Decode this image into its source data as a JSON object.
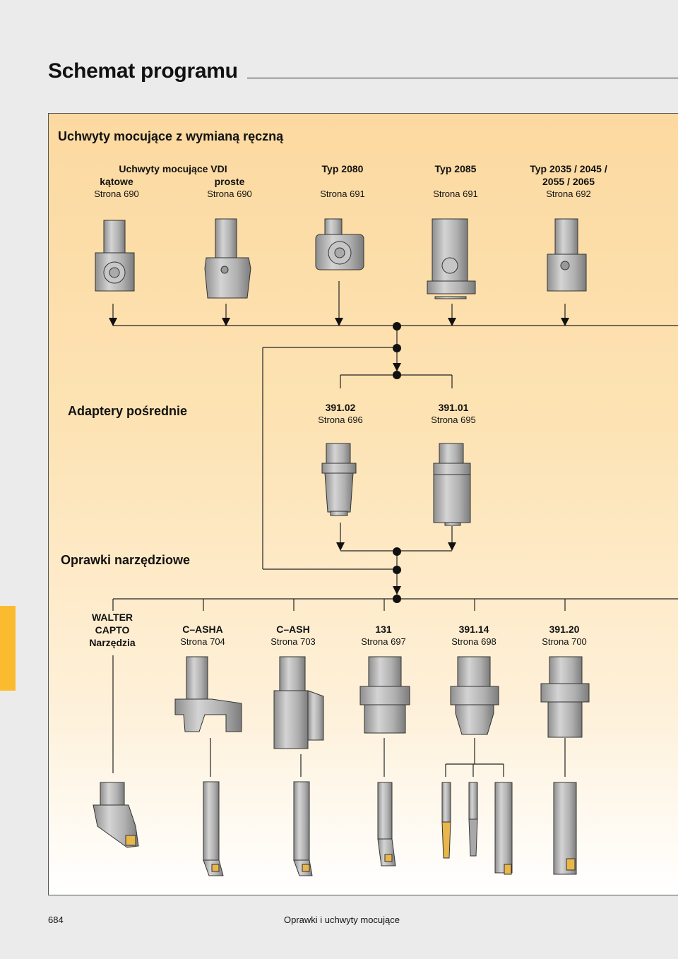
{
  "page": {
    "title": "Schemat programu",
    "page_number": "684",
    "footer_text": "Oprawki i uchwyty mocujące"
  },
  "sections": {
    "holders_title": "Uchwyty mocujące z wymianą ręczną",
    "adapters_title": "Adaptery pośrednie",
    "tools_title": "Oprawki narzędziowe"
  },
  "holders": {
    "vdi_group_label": "Uchwyty mocujące VDI",
    "items": [
      {
        "name": "kątowe",
        "page": "Strona 690"
      },
      {
        "name": "proste",
        "page": "Strona 690"
      },
      {
        "name": "Typ 2080",
        "page": "Strona 691"
      },
      {
        "name": "Typ 2085",
        "page": "Strona 691"
      },
      {
        "name": "Typ 2035 / 2045 /",
        "name2": "2055 / 2065",
        "page": "Strona 692"
      }
    ]
  },
  "adapters": [
    {
      "name": "391.02",
      "page": "Strona 696"
    },
    {
      "name": "391.01",
      "page": "Strona 695"
    }
  ],
  "tools": [
    {
      "name": "WALTER",
      "name2": "CAPTO",
      "name3": "Narzędzia"
    },
    {
      "name": "C–ASHA",
      "page": "Strona 704"
    },
    {
      "name": "C–ASH",
      "page": "Strona 703"
    },
    {
      "name": "131",
      "page": "Strona 697"
    },
    {
      "name": "391.14",
      "page": "Strona 698"
    },
    {
      "name": "391.20",
      "page": "Strona 700"
    }
  ],
  "colors": {
    "accent_tab": "#fbbb2f",
    "panel_top": "#fcd9a0",
    "metal": "#b8b8b8",
    "insert": "#e8b64a"
  }
}
